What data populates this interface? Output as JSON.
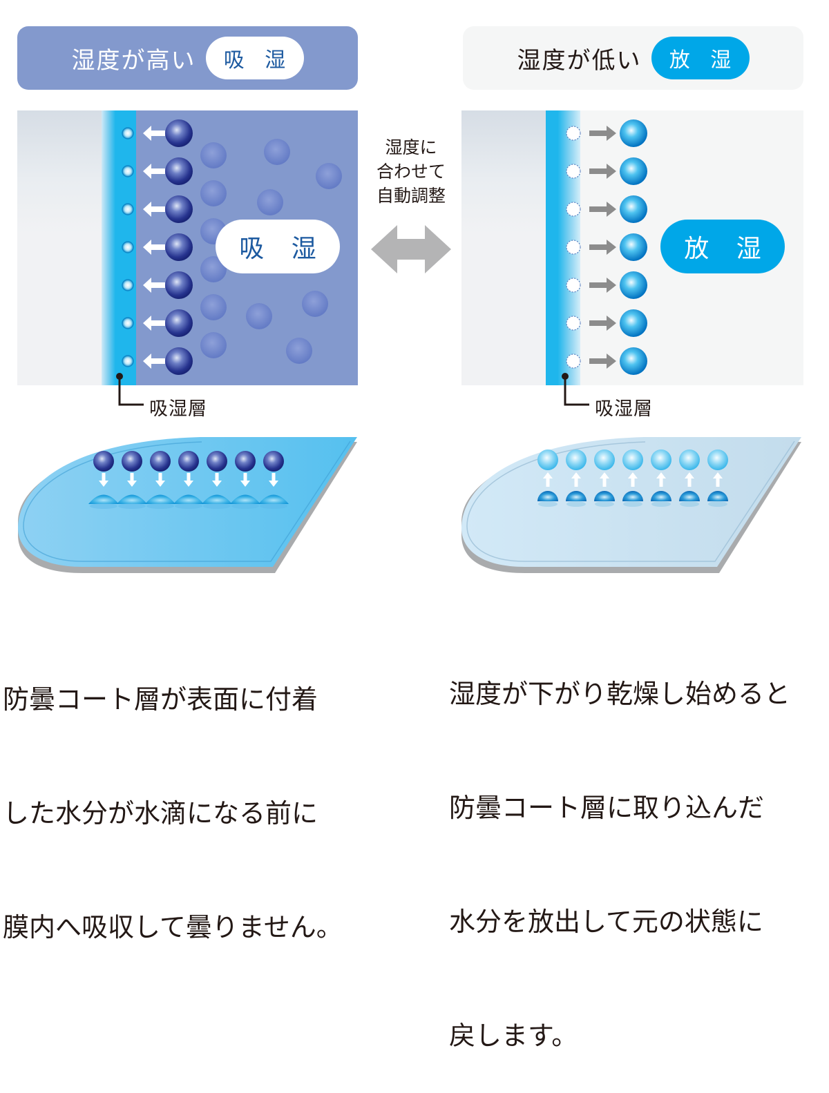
{
  "left": {
    "header": {
      "title": "湿度が高い",
      "badge": "吸 湿"
    },
    "panel_badge": "吸 湿",
    "layer_label": "吸湿層",
    "molecule_count": 7,
    "arrow_direction": "left",
    "description_lines": [
      "防曇コート層が表面に付着",
      "した水分が水滴になる前に",
      "膜内へ吸収して曇りません。"
    ]
  },
  "middle": {
    "lines": [
      "湿度に",
      "合わせて",
      "自動調整"
    ],
    "arrow": "double-headed-arrow"
  },
  "right": {
    "header": {
      "title": "湿度が低い",
      "badge": "放 湿"
    },
    "panel_badge": "放 湿",
    "layer_label": "吸湿層",
    "molecule_count": 7,
    "arrow_direction": "right",
    "description_lines": [
      "湿度が下がり乾燥し始めると",
      "防曇コート層に取り込んだ",
      "水分を放出して元の状態に",
      "戻します。"
    ]
  },
  "colors": {
    "humid_bg": "#8399cd",
    "dry_bg": "#f5f6f6",
    "absorb_text": "#1d5aa0",
    "release_accent": "#00a7e8",
    "layer_blue": "#1fb6ec",
    "gray_arrow": "#8c8c8c"
  }
}
